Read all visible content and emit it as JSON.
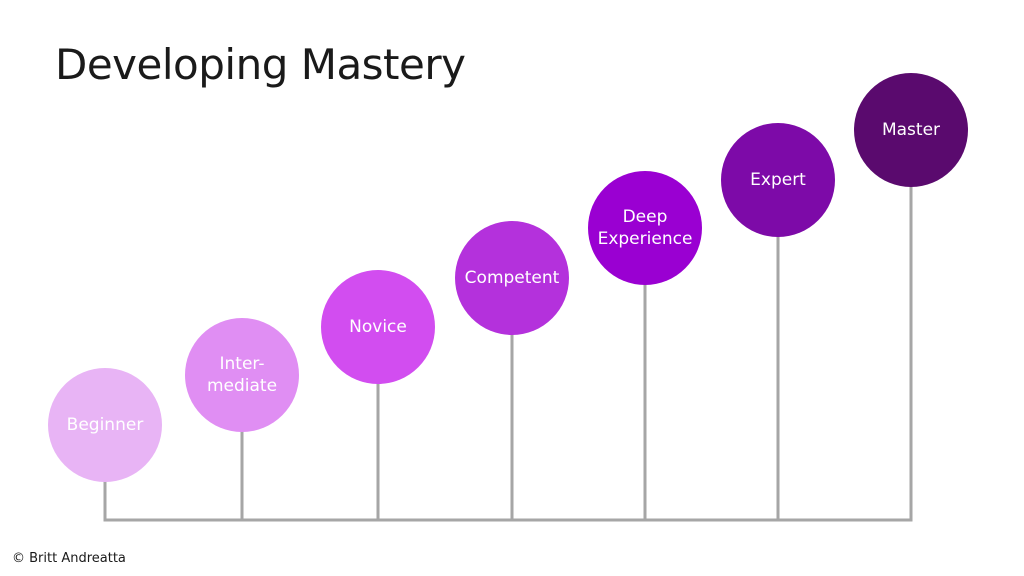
{
  "title": "Developing Mastery",
  "copyright": "© Britt Andreatta",
  "stages": [
    {
      "lines": [
        "Beginner"
      ],
      "color": "#e8b4f5"
    },
    {
      "lines": [
        "Inter-",
        "mediate"
      ],
      "color": "#e08ef3"
    },
    {
      "lines": [
        "Novice"
      ],
      "color": "#d24df0"
    },
    {
      "lines": [
        "Competent"
      ],
      "color": "#b431dc"
    },
    {
      "lines": [
        "Deep",
        "Experience"
      ],
      "color": "#9a00d2"
    },
    {
      "lines": [
        "Expert"
      ],
      "color": "#7d0aa8"
    },
    {
      "lines": [
        "Master"
      ],
      "color": "#5a0a6e"
    }
  ],
  "colors": {
    "stem": "#a6a6a6",
    "title": "#1a1a1a"
  }
}
